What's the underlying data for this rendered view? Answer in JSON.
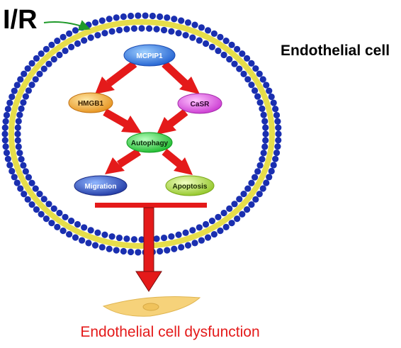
{
  "stimulus": {
    "label": "I/R"
  },
  "cell": {
    "label": "Endothelial cell"
  },
  "nodes": {
    "mcpip1": {
      "label": "MCPIP1",
      "color": "#2f7ae6"
    },
    "hmgb1": {
      "label": "HMGB1",
      "color": "#f3a623"
    },
    "casr": {
      "label": "CaSR",
      "color": "#e24fe4"
    },
    "autophagy": {
      "label": "Autophagy",
      "color": "#2bd43a"
    },
    "migration": {
      "label": "Migration",
      "color": "#2c49b8"
    },
    "apoptosis": {
      "label": "Apoptosis",
      "color": "#a8d83a"
    }
  },
  "outcome": {
    "label": "Endothelial cell dysfunction"
  },
  "colors": {
    "arrow": "#e41a1a",
    "membrane_head": "#1a2fb0",
    "membrane_tail": "#e6dd4a",
    "stimulus_arrow": "#1f9a2a",
    "outcome_text": "#e41a1a",
    "cell_shape": "#f6d27a"
  }
}
